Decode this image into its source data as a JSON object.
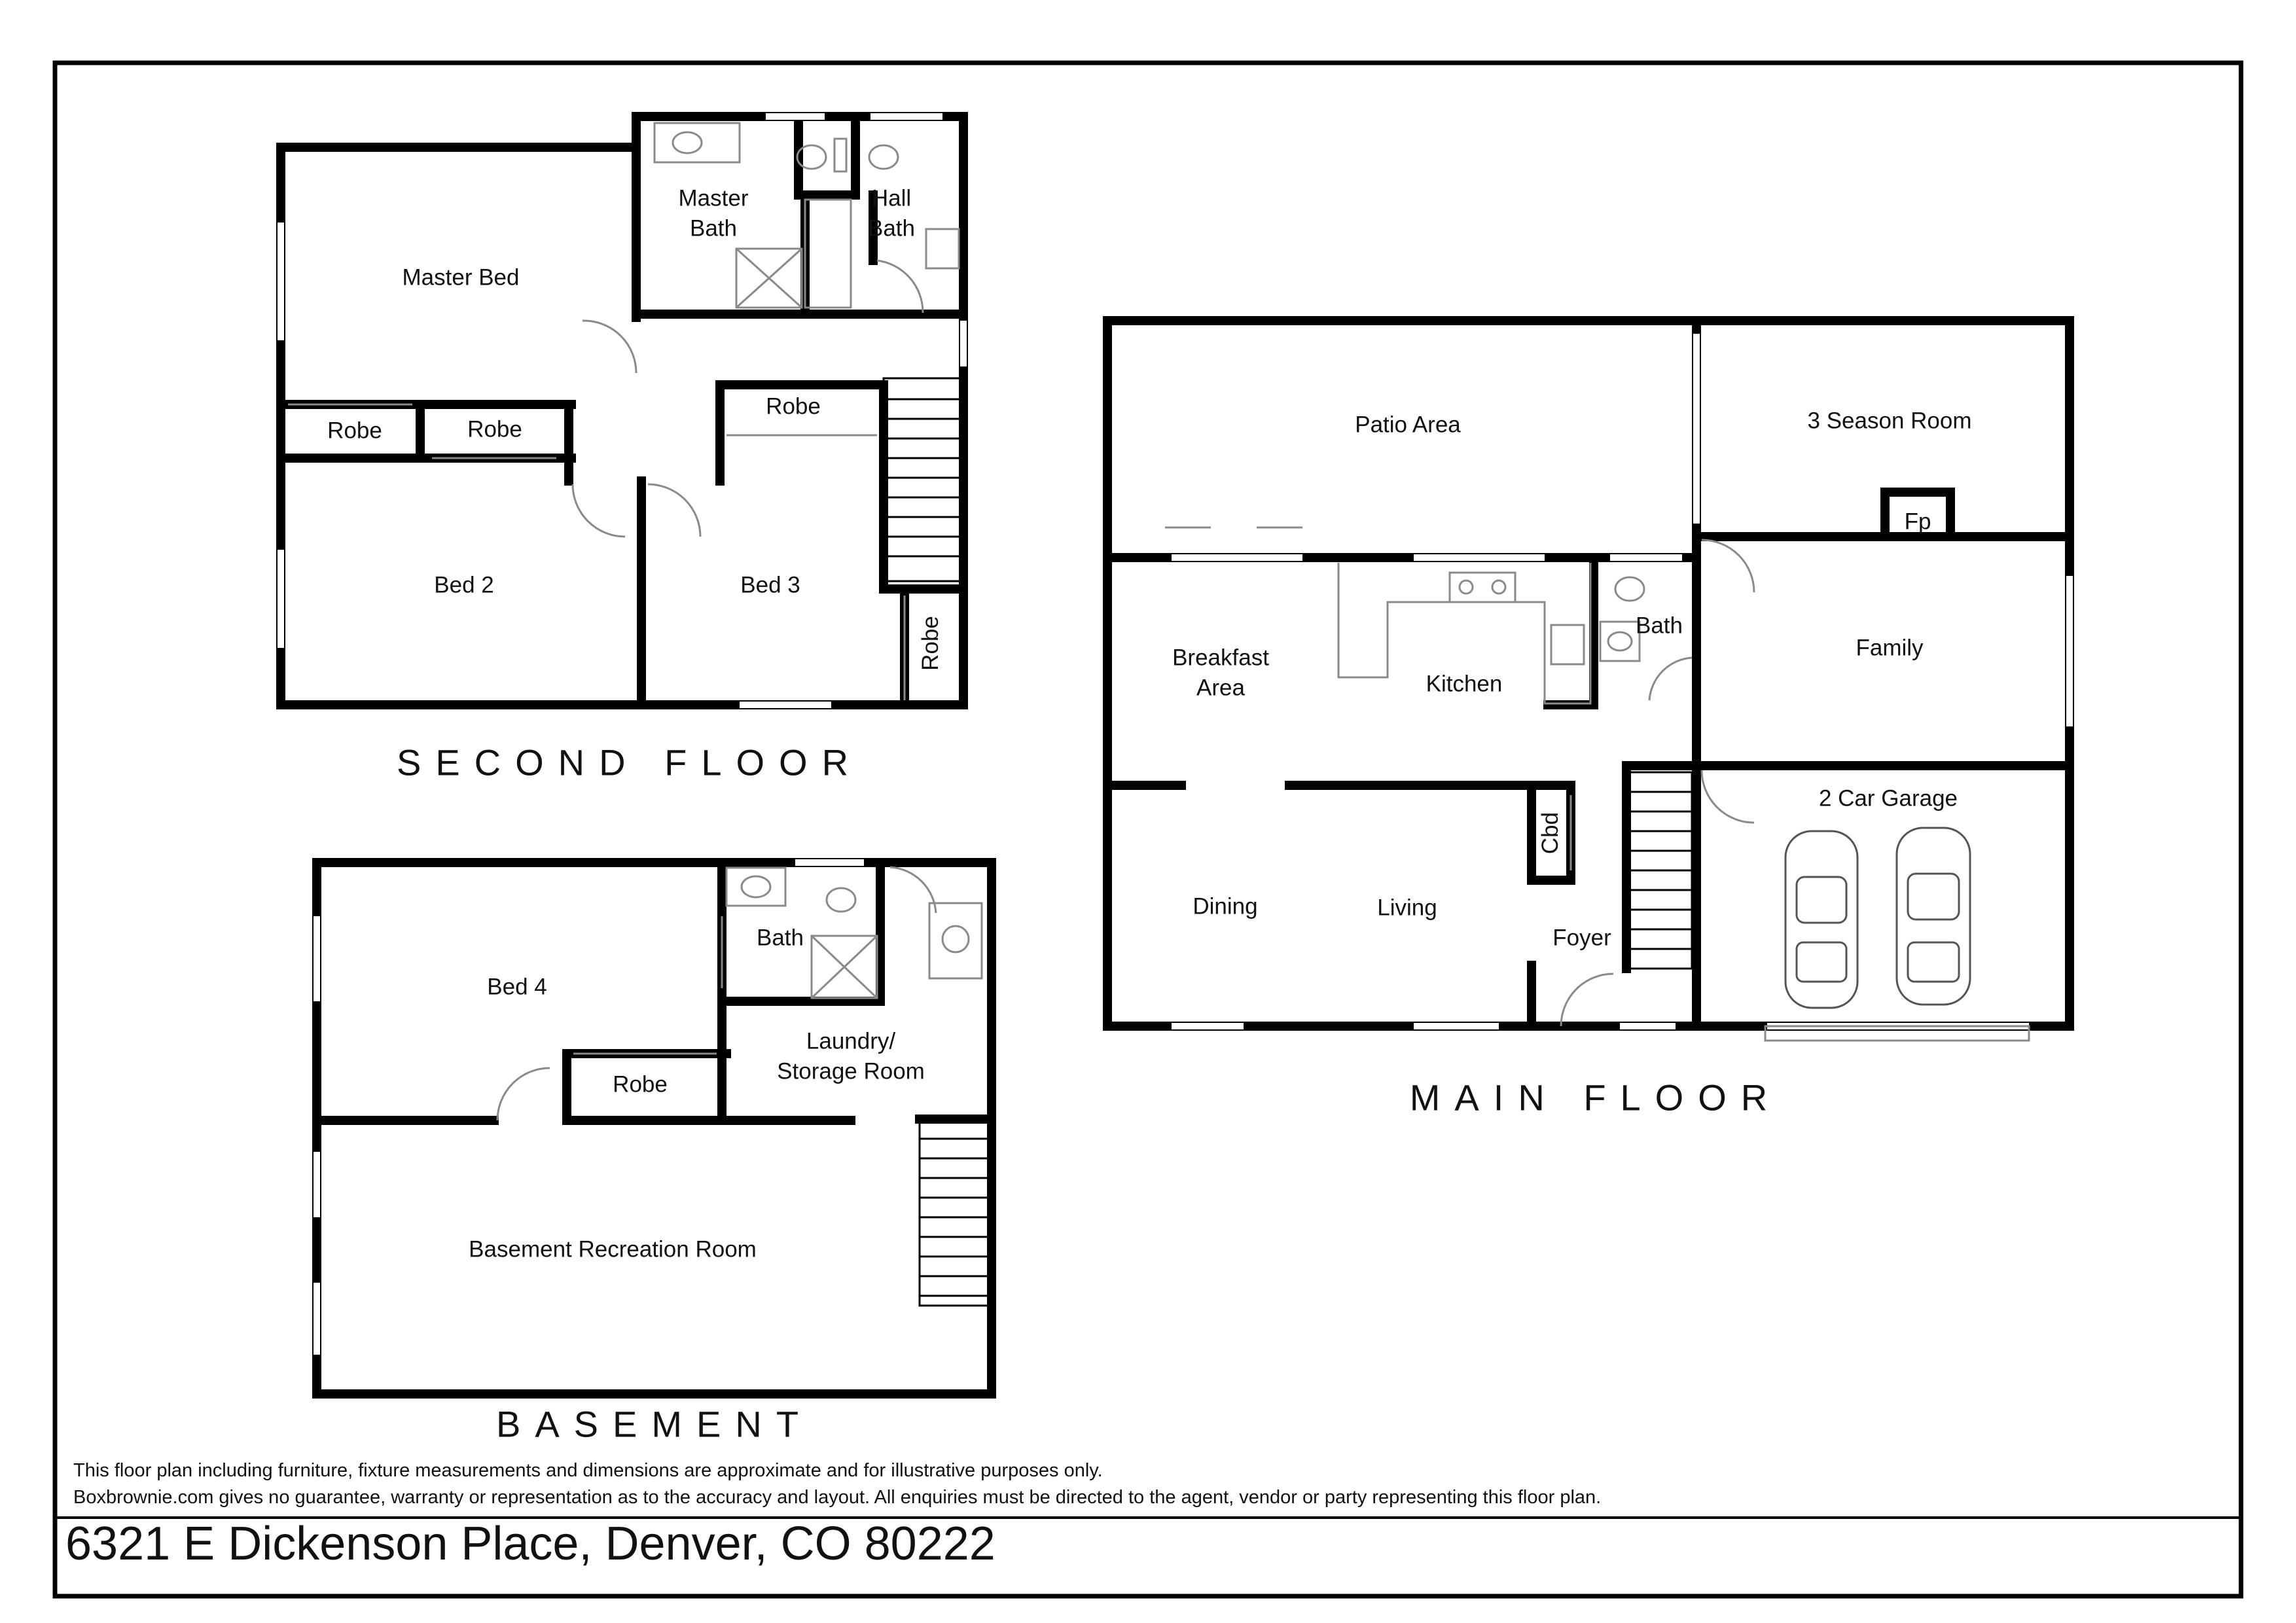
{
  "colors": {
    "wall": "#000000",
    "fixture": "#8a8a8a",
    "background": "#ffffff"
  },
  "second_floor": {
    "heading": "SECOND FLOOR",
    "rooms": {
      "master_bed": "Master Bed",
      "master_bath": "Master\nBath",
      "hall_bath": "Hall\nBath",
      "robe_1": "Robe",
      "robe_2": "Robe",
      "robe_3": "Robe",
      "robe_4": "Robe",
      "bed_2": "Bed 2",
      "bed_3": "Bed 3"
    }
  },
  "main_floor": {
    "heading": "MAIN FLOOR",
    "rooms": {
      "patio_area": "Patio Area",
      "three_season_room": "3 Season Room",
      "fp": "Fp",
      "breakfast_area": "Breakfast\nArea",
      "kitchen": "Kitchen",
      "bath": "Bath",
      "family": "Family",
      "cbd": "Cbd",
      "two_car_garage": "2 Car Garage",
      "dining": "Dining",
      "living": "Living",
      "foyer": "Foyer"
    }
  },
  "basement": {
    "heading": "BASEMENT",
    "rooms": {
      "bed_4": "Bed 4",
      "bath": "Bath",
      "laundry": "Laundry/\nStorage Room",
      "robe": "Robe",
      "recreation": "Basement Recreation Room"
    }
  },
  "disclaimer": {
    "line1": "This floor plan including furniture, fixture measurements and dimensions are approximate and for illustrative purposes only.",
    "line2": "Boxbrownie.com gives no guarantee, warranty or representation as to the accuracy and layout. All enquiries must be directed to the agent, vendor or party representing this floor plan."
  },
  "address": "6321 E Dickenson Place, Denver, CO 80222"
}
